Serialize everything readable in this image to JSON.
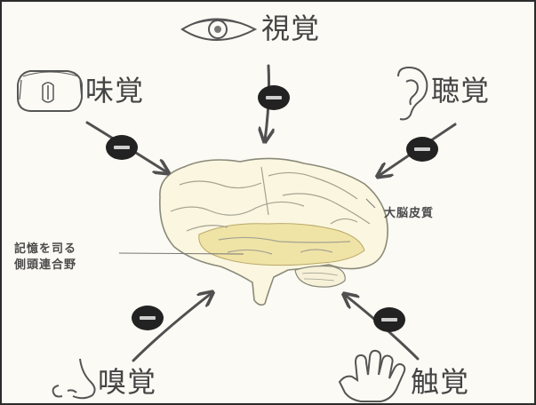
{
  "senses": {
    "sight": "視覚",
    "taste": "味覚",
    "hearing": "聴覚",
    "smell": "嗅覚",
    "touch": "触覚"
  },
  "brain": {
    "cortex_label": "大脳皮質",
    "memory_label_line1": "記憶を司る",
    "memory_label_line2": "側頭連合野"
  },
  "colors": {
    "line": "#505050",
    "bubble": "#222222",
    "brain_fill": "#fbf6df",
    "temporal_fill": "#f0e3a6"
  },
  "icons": {
    "sight": "eye-icon",
    "taste": "mouth-icon",
    "hearing": "ear-icon",
    "smell": "nose-icon",
    "touch": "hand-icon",
    "center": "brain-icon"
  }
}
